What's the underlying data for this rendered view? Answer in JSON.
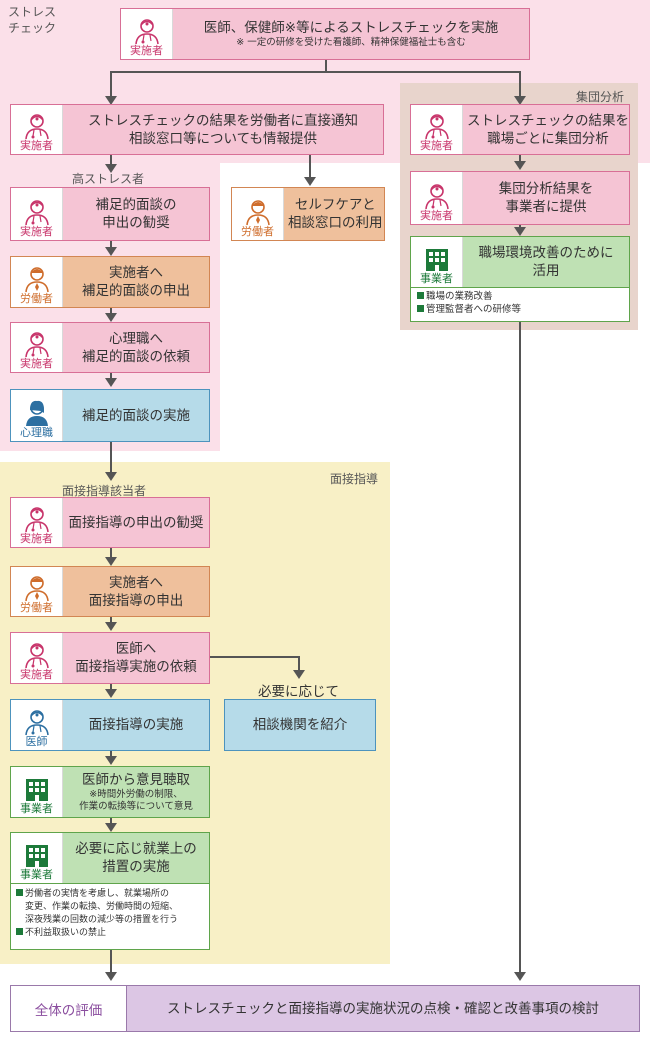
{
  "regions": {
    "stress_check": "ストレス\nチェック",
    "group_analysis": "集団分析",
    "high_stress": "高ストレス者",
    "interview_guidance": "面接指導",
    "interview_target": "面接指導該当者"
  },
  "roles": {
    "implementer": "実施者",
    "worker": "労働者",
    "psychologist": "心理職",
    "doctor": "医師",
    "employer": "事業者"
  },
  "boxes": {
    "top": {
      "line1": "医師、保健師※等によるストレスチェックを実施",
      "note": "※ 一定の研修を受けた看護師、精神保健福祉士も含む"
    },
    "notify": {
      "line1": "ストレスチェックの結果を労働者に直接通知",
      "line2": "相談窓口等についても情報提供"
    },
    "group1": {
      "line1": "ストレスチェックの結果を",
      "line2": "職場ごとに集団分析"
    },
    "group2": {
      "line1": "集団分析結果を",
      "line2": "事業者に提供"
    },
    "group3": {
      "line1": "職場環境改善のために",
      "line2": "活用",
      "bullets": [
        "職場の業務改善",
        "管理監督者への研修等"
      ]
    },
    "selfcare": {
      "line1": "セルフケアと",
      "line2": "相談窓口の利用"
    },
    "hs1": {
      "line1": "補足的面談の",
      "line2": "申出の勧奨"
    },
    "hs2": {
      "line1": "実施者へ",
      "line2": "補足的面談の申出"
    },
    "hs3": {
      "line1": "心理職へ",
      "line2": "補足的面談の依頼"
    },
    "hs4": {
      "line1": "補足的面談の実施"
    },
    "ig1": {
      "line1": "面接指導の申出の勧奨"
    },
    "ig2": {
      "line1": "実施者へ",
      "line2": "面接指導の申出"
    },
    "ig3": {
      "line1": "医師へ",
      "line2": "面接指導実施の依頼"
    },
    "as_needed": "必要に応じて",
    "referral": {
      "line1": "相談機関を紹介"
    },
    "ig4": {
      "line1": "面接指導の実施"
    },
    "ig5": {
      "line1": "医師から意見聴取",
      "note1": "※時間外労働の制限、",
      "note2": "作業の転換等について意見"
    },
    "ig6": {
      "line1": "必要に応じ就業上の",
      "line2": "措置の実施",
      "bullets": [
        "労働者の実情を考慮し、就業場所の",
        "変更、作業の転換、労働時間の短縮、",
        "深夜残業の回数の減少等の措置を行う",
        "不利益取扱いの禁止"
      ]
    },
    "overall": {
      "label": "全体の評価",
      "text": "ストレスチェックと面接指導の実施状況の点検・確認と改善事項の検討"
    }
  },
  "colors": {
    "pink_bg": "#fbe0e9",
    "yellow_bg": "#f8f0c6",
    "tan_bg": "#e8d4cc",
    "arrow": "#555555"
  }
}
